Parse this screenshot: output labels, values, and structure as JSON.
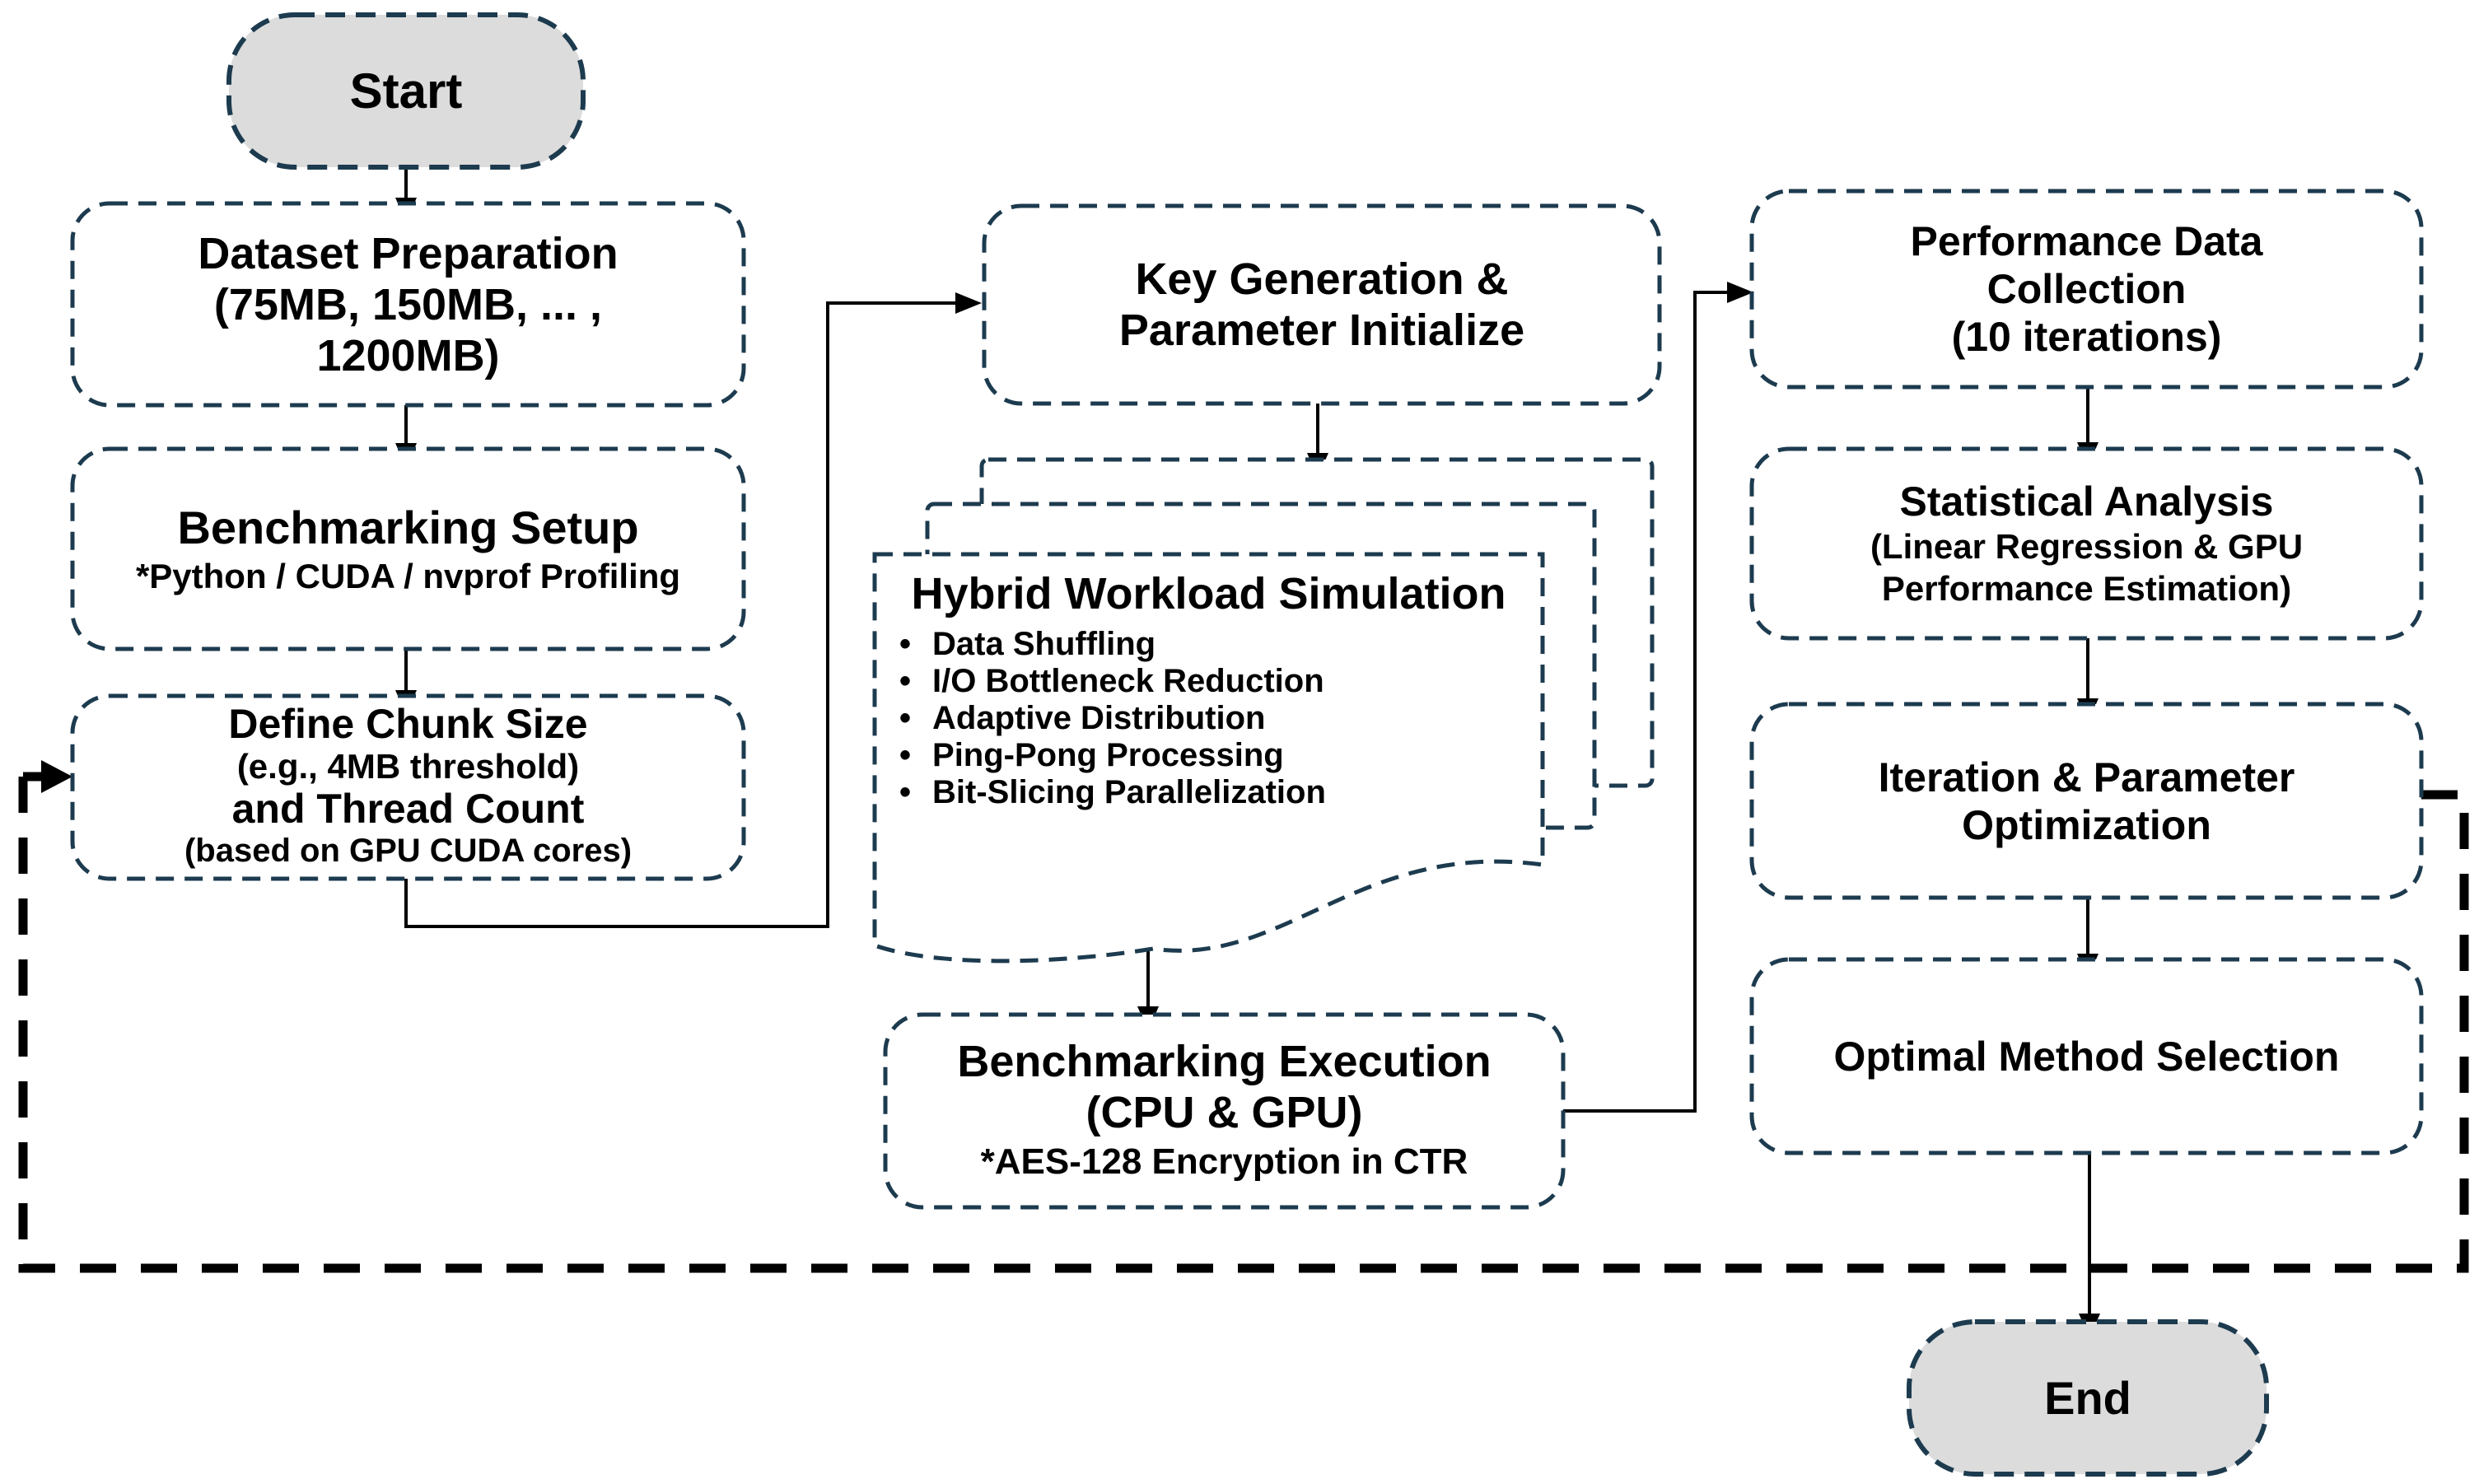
{
  "diagram": {
    "title": "GPU/CPU AES benchmarking workflow flowchart",
    "nodes": {
      "start": {
        "label": "Start"
      },
      "dataset_preparation": {
        "lines": [
          "Dataset Preparation",
          "(75MB, 150MB, ... ,",
          "1200MB)"
        ]
      },
      "benchmarking_setup": {
        "title": "Benchmarking Setup",
        "subtitle": "*Python / CUDA / nvprof Profiling"
      },
      "define_chunk": {
        "lines": [
          "Define Chunk Size",
          "(e.g., 4MB threshold)",
          "and Thread Count",
          "(based on GPU CUDA cores)"
        ]
      },
      "key_generation": {
        "lines": [
          "Key Generation &",
          "Parameter Initialize"
        ]
      },
      "hybrid_workload": {
        "title": "Hybrid Workload Simulation",
        "bullets": [
          "Data Shuffling",
          "I/O Bottleneck Reduction",
          "Adaptive Distribution",
          "Ping-Pong Processing",
          "Bit-Slicing Parallelization"
        ]
      },
      "benchmarking_execution": {
        "lines": [
          "Benchmarking Execution",
          "(CPU & GPU)",
          "*AES-128 Encryption in CTR"
        ]
      },
      "performance_collection": {
        "lines": [
          "Performance Data",
          "Collection",
          "(10 iterations)"
        ]
      },
      "statistical_analysis": {
        "lines": [
          "Statistical Analysis",
          "(Linear Regression & GPU",
          "Performance Estimation)"
        ]
      },
      "iteration_optimization": {
        "lines": [
          "Iteration & Parameter",
          "Optimization"
        ]
      },
      "optimal_method": {
        "label": "Optimal Method Selection"
      },
      "end": {
        "label": "End"
      }
    },
    "colors": {
      "box_border": "#1d3b4f",
      "terminal_fill": "#dcdcdc",
      "feedback_loop": "#000000",
      "text": "#000000",
      "background": "#ffffff"
    }
  }
}
